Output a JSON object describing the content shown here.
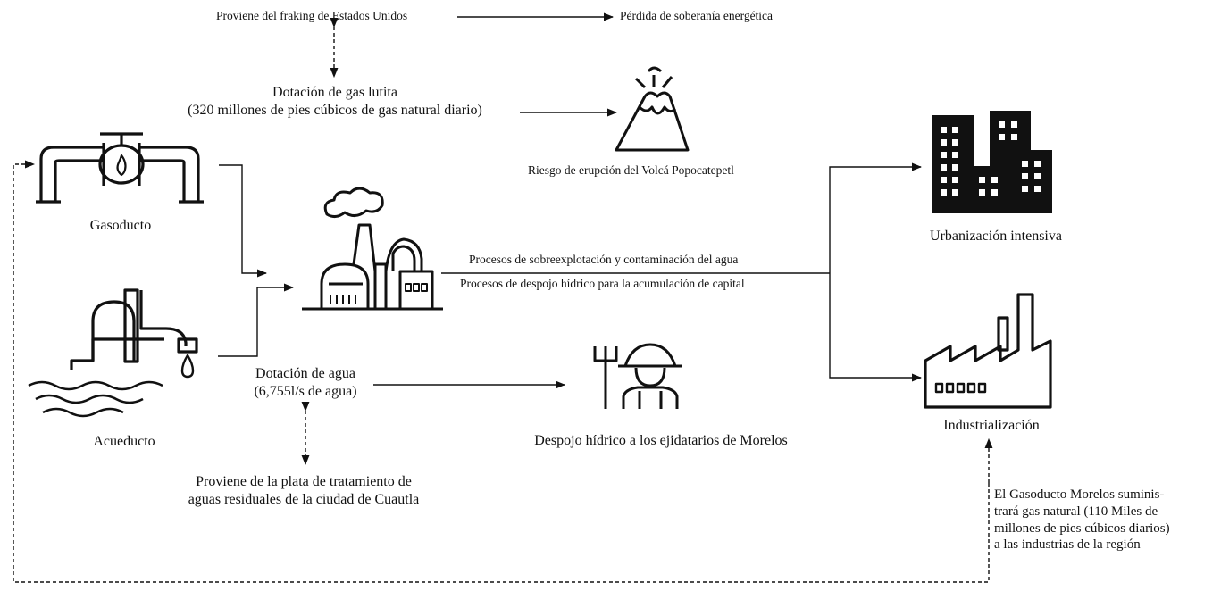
{
  "nodes": {
    "fracking_origin": "Proviene del fraking de Estados Unidos",
    "sovereignty_loss": "Pérdida de soberanía energética",
    "gas_allocation": {
      "line1": "Dotación de gas lutita",
      "line2": "(320 millones de pies cúbicos de gas natural diario)"
    },
    "volcano_risk": "Riesgo de erupción del Volcá Popocatepetl",
    "gasoducto": "Gasoducto",
    "acueducto": "Acueducto",
    "urbanization": "Urbanización intensiva",
    "industrialization": "Industrialización",
    "process_contamination": "Procesos de sobreexplotación y contaminación del agua",
    "process_dispossession": "Procesos de despojo hídrico para la acumulación de capital",
    "water_allocation": {
      "line1": "Dotación de agua",
      "line2": "(6,755l/s de agua)"
    },
    "farmers_dispossession": "Despojo hídrico a los ejidatarios de Morelos",
    "water_origin": {
      "line1": "Proviene de la plata de tratamiento de",
      "line2": "aguas residuales de la ciudad de Cuautla"
    },
    "gas_supply_note": {
      "line1": "El Gasoducto Morelos suminis-",
      "line2": "trará gas natural (110 Miles de",
      "line3": "millones de pies cúbicos diarios)",
      "line4": "a las industrias de la región"
    }
  },
  "icons": {
    "gasoducto": "gas-pipeline-icon",
    "acueducto": "aqueduct-icon",
    "plant": "power-plant-icon",
    "volcano": "volcano-icon",
    "city": "city-buildings-icon",
    "industry": "factory-icon",
    "farmer": "farmer-with-pitchfork-icon"
  },
  "colors": {
    "ink": "#111111",
    "background": "#ffffff"
  }
}
